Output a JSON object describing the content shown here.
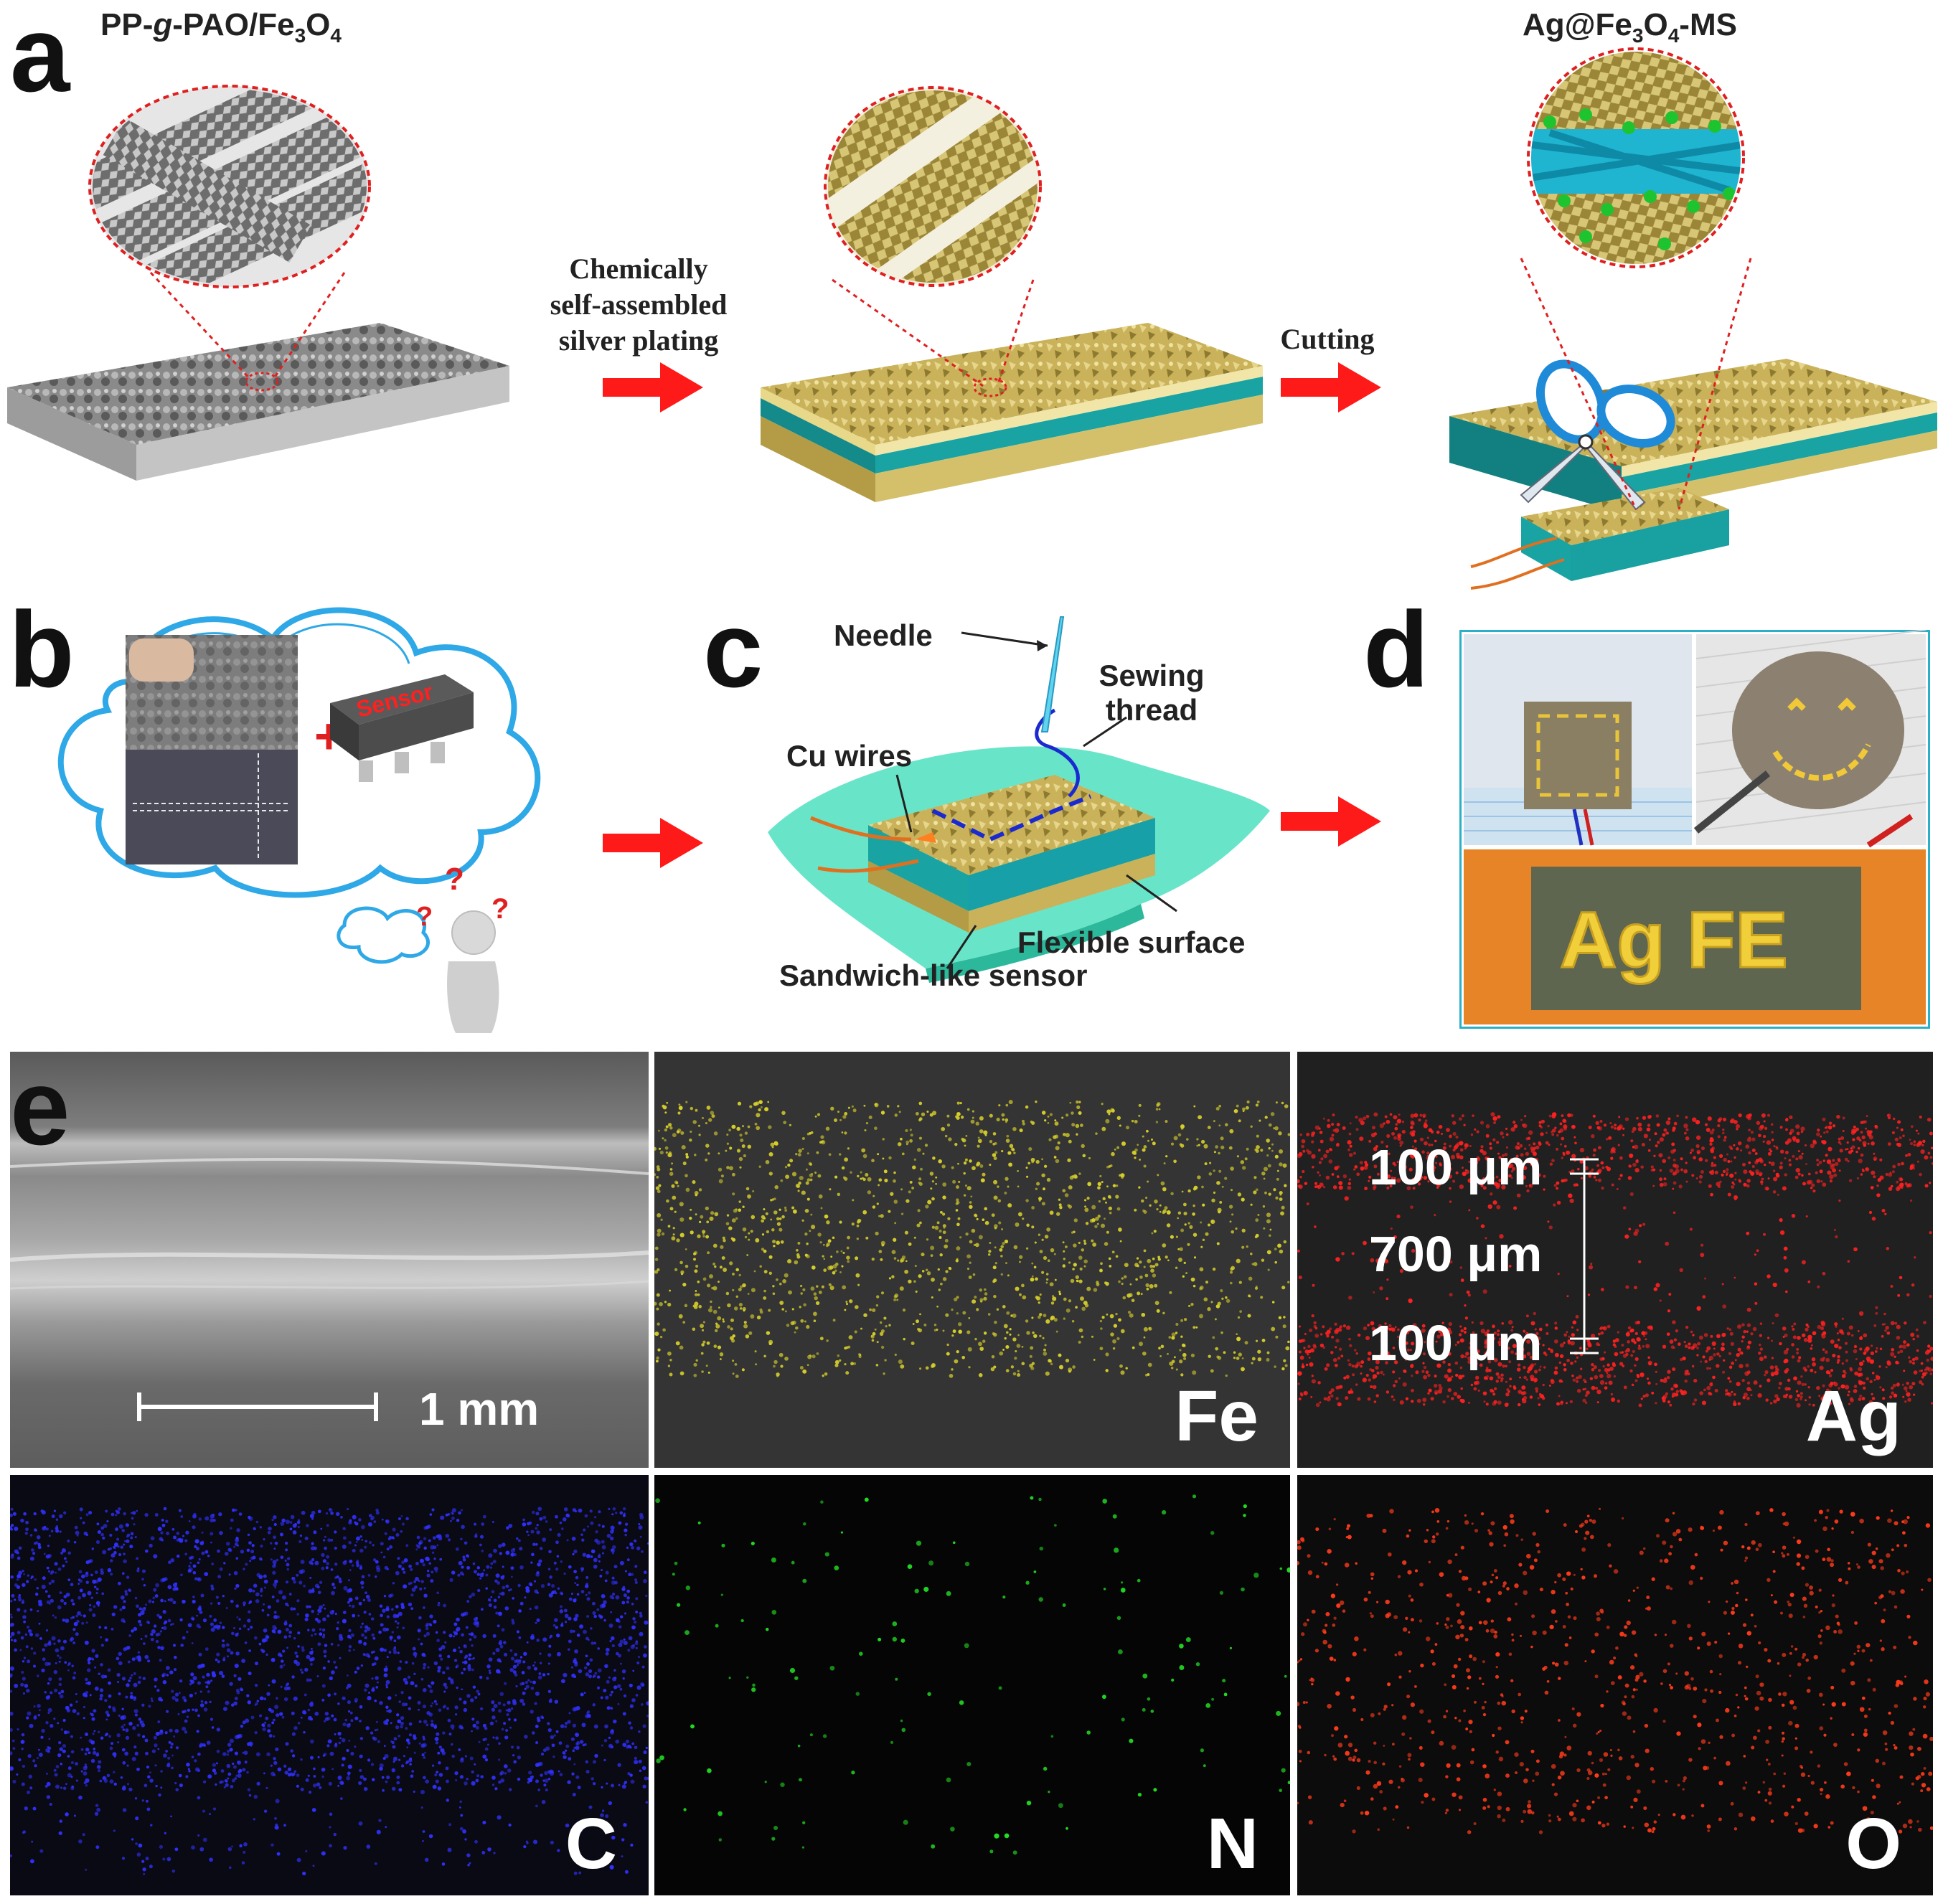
{
  "figure": {
    "panel_labels": {
      "a": "a",
      "b": "b",
      "c": "c",
      "d": "d",
      "e": "e"
    },
    "panel_a": {
      "title_left": "PP-g-PAO/Fe3O4",
      "title_right": "Ag@Fe3O4-MS",
      "step1_label": "Chemically\nself-assembled\nsilver plating",
      "step2_label": "Cutting"
    },
    "panel_b": {
      "chip_text": "Sensor",
      "plus": "+",
      "thought_marks": "?"
    },
    "panel_c": {
      "needle": "Needle",
      "sewing_thread": "Sewing\nthread",
      "cu_wires": "Cu wires",
      "flexible_surface": "Flexible surface",
      "sandwich_sensor": "Sandwich-like sensor"
    },
    "panel_d": {
      "photo_text": "Ag FE"
    },
    "panel_e": {
      "scale_bar": "1 mm",
      "thickness_top": "100 μm",
      "thickness_middle": "700 μm",
      "thickness_bottom": "100 μm",
      "maps": [
        {
          "element": "Fe",
          "color": "#d8d02a"
        },
        {
          "element": "Ag",
          "color": "#ff2020"
        },
        {
          "element": "C",
          "color": "#3030ff"
        },
        {
          "element": "N",
          "color": "#22dd22"
        },
        {
          "element": "O",
          "color": "#ff3a1a"
        }
      ]
    }
  },
  "colors": {
    "silver_gold": "#c9b25a",
    "teal_core": "#1aa3a3",
    "arrow_red": "#ff1a1a",
    "cloud_blue": "#2ea8e6",
    "map_bg": "#1a1a1a"
  }
}
